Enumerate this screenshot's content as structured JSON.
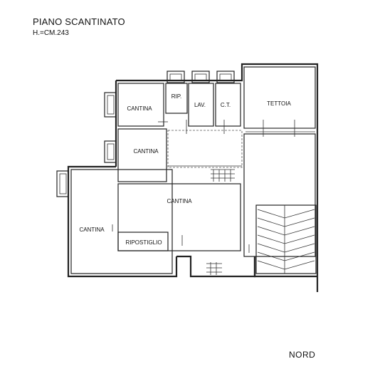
{
  "header": {
    "title": "PIANO SCANTINATO",
    "subtitle": "H.=CM.243"
  },
  "compass": {
    "label": "NORD"
  },
  "rooms": [
    {
      "id": "cantina-1",
      "label": "CANTINA"
    },
    {
      "id": "rip",
      "label": "RIP."
    },
    {
      "id": "lav",
      "label": "LAV."
    },
    {
      "id": "ct",
      "label": "C.T."
    },
    {
      "id": "tettoia",
      "label": "TETTOIA"
    },
    {
      "id": "cantina-2",
      "label": "CANTINA"
    },
    {
      "id": "cantina-3",
      "label": "CANTINA"
    },
    {
      "id": "cantina-4",
      "label": "CANTINA"
    },
    {
      "id": "ripostiglio",
      "label": "RIPOSTIGLIO"
    }
  ]
}
